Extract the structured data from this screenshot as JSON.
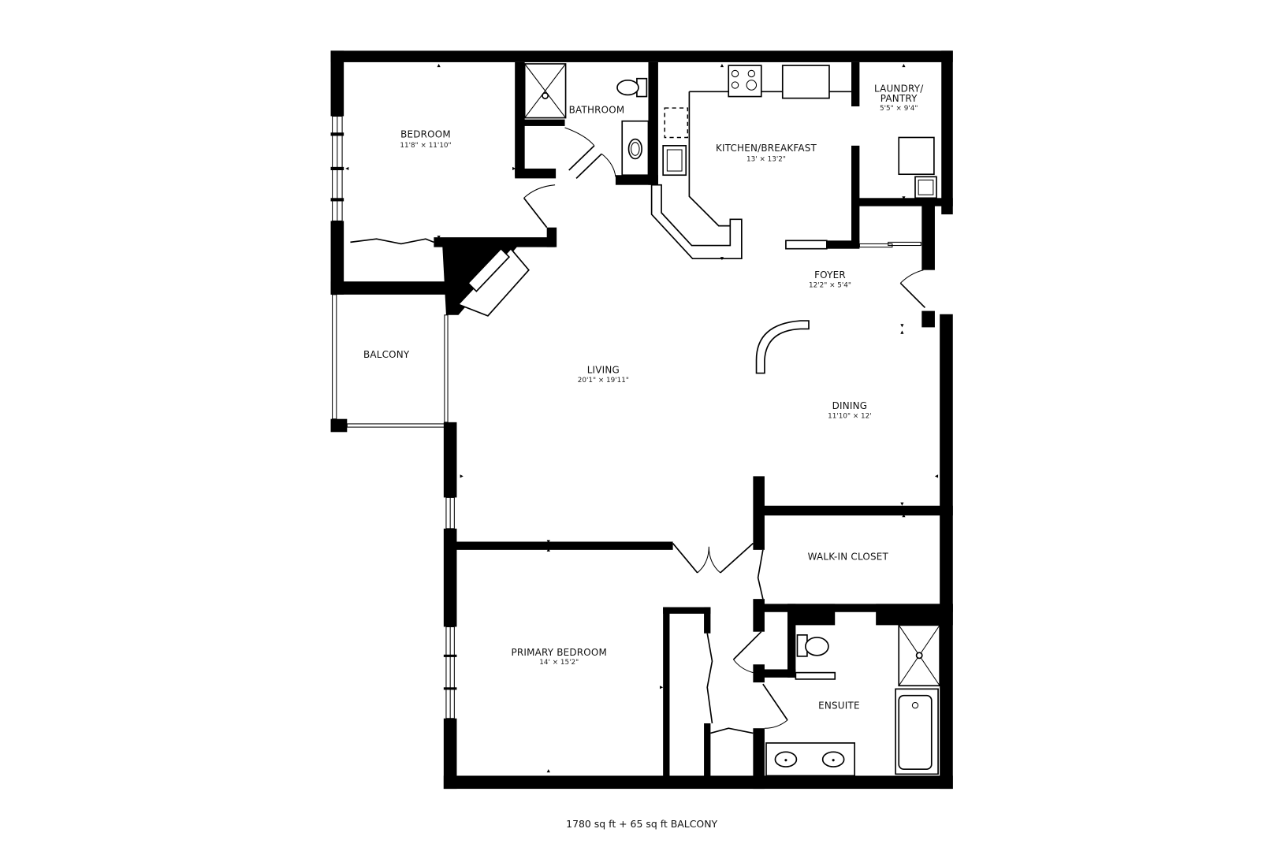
{
  "floorplan": {
    "rooms": [
      {
        "id": "bedroom",
        "name": "BEDROOM",
        "dimensions": "11'8\" × 11'10\""
      },
      {
        "id": "bathroom",
        "name": "BATHROOM",
        "dimensions": ""
      },
      {
        "id": "kitchen",
        "name": "KITCHEN/BREAKFAST",
        "dimensions": "13' × 13'2\""
      },
      {
        "id": "laundry",
        "name_line1": "LAUNDRY/",
        "name_line2": "PANTRY",
        "dimensions": "5'5\" × 9'4\""
      },
      {
        "id": "balcony",
        "name": "BALCONY",
        "dimensions": ""
      },
      {
        "id": "foyer",
        "name": "FOYER",
        "dimensions": "12'2\" × 5'4\""
      },
      {
        "id": "living",
        "name": "LIVING",
        "dimensions": "20'1\" × 19'11\""
      },
      {
        "id": "dining",
        "name": "DINING",
        "dimensions": "11'10\" × 12'"
      },
      {
        "id": "walkin",
        "name": "WALK-IN CLOSET",
        "dimensions": ""
      },
      {
        "id": "primary",
        "name": "PRIMARY BEDROOM",
        "dimensions": "14' × 15'2\""
      },
      {
        "id": "ensuite",
        "name": "ENSUITE",
        "dimensions": ""
      }
    ],
    "caption": "1780 sq ft + 65 sq ft BALCONY",
    "colors": {
      "wall": "#000000",
      "background": "#ffffff",
      "text": "#111111"
    }
  }
}
